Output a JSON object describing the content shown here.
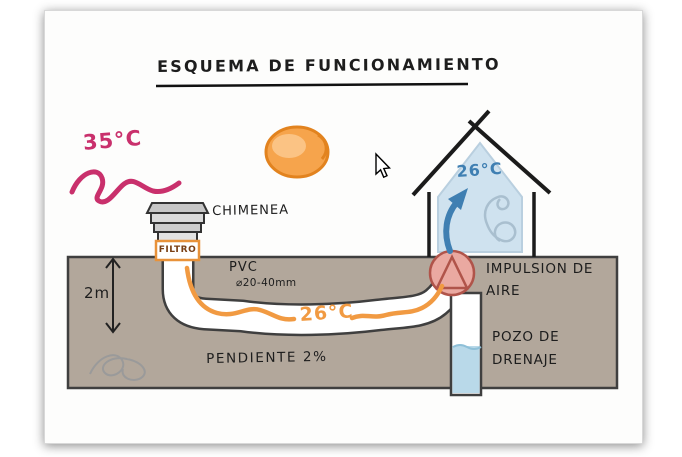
{
  "title": "ESQUEMA DE FUNCIONAMIENTO",
  "diagram": {
    "outside_temp": "35°C",
    "chimney_label": "CHIMENEA",
    "filter_label": "FILTRO",
    "pipe_material": "PVC",
    "pipe_diameter": "⌀20-40mm",
    "burial_depth": "2m",
    "pipe_air_temp": "26°C",
    "slope_label": "PENDIENTE 2%",
    "indoor_temp": "26°C",
    "air_supply_line1": "IMPULSION DE",
    "air_supply_line2": "AIRE",
    "drainage_line1": "POZO DE",
    "drainage_line2": "DRENAJE"
  },
  "colors": {
    "heat_pink": "#c9306c",
    "air_orange": "#f19a42",
    "cool_blue": "#3f7fb2",
    "house_interior": "#cfe2ef",
    "ground": "#b2a79b",
    "water": "#b9d9e9",
    "fan": "#eaa9a1",
    "sun": "#f6a44c"
  },
  "icons": {
    "sun": "sun-icon",
    "cursor": "mouse-cursor",
    "heat_wave": "pink-squiggle-icon",
    "airflow": "orange-wave-icon",
    "fan": "fan-circle-triangle-icon",
    "swirl": "air-swirl-icon",
    "depth_arrow": "vertical-double-arrow-icon",
    "supply_arrow": "curved-up-arrow-icon"
  }
}
